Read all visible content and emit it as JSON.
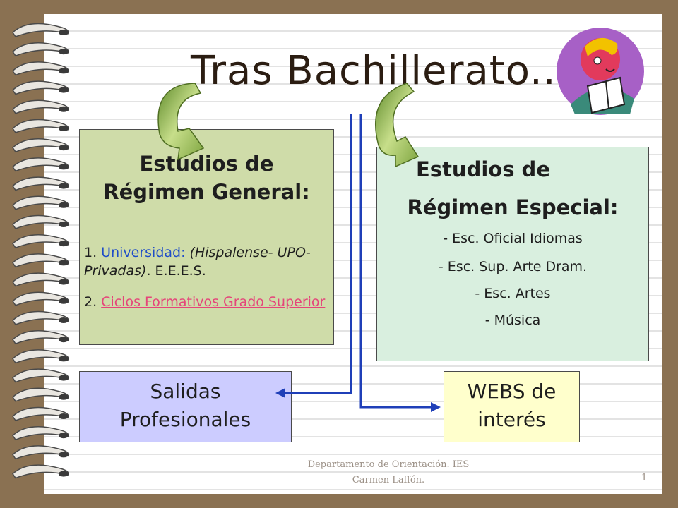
{
  "slide": {
    "title": "Tras Bachillerato...",
    "general": {
      "heading_line1": "Estudios de",
      "heading_line2": "Régimen General:",
      "item1_prefix": "1.",
      "item1_link": " Universidad: ",
      "item1_italic": "(Hispalense- UPO- Privadas)",
      "item1_suffix": ". E.E.E.S.",
      "item2_prefix": "2.",
      "item2_link": "Ciclos Formativos Grado Superior"
    },
    "especial": {
      "heading_line1": "Estudios de",
      "heading_line2": "Régimen Especial:",
      "items": [
        "- Esc. Oficial Idiomas",
        "- Esc. Sup. Arte Dram.",
        "- Esc. Artes",
        "- Música"
      ]
    },
    "salidas": {
      "line1": "Salidas",
      "line2": "Profesionales"
    },
    "webs": {
      "line1": "WEBS de",
      "line2": "interés"
    },
    "footer": {
      "line1": "Departamento de Orientación. IES",
      "line2": "Carmen Laffón.",
      "page": "1"
    }
  },
  "colors": {
    "frame": "#8a7152",
    "general_bg": "#cfdca9",
    "especial_bg": "#d9efdf",
    "salidas_bg": "#ccccff",
    "webs_bg": "#ffffcc",
    "connector": "#1f3fb8",
    "curved_arrow": "#8fb35a"
  }
}
